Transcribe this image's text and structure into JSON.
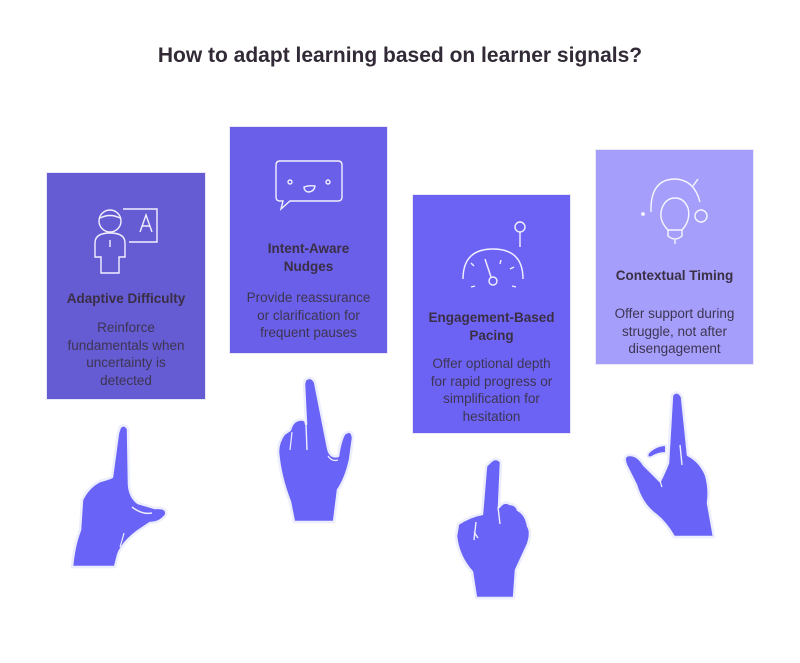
{
  "title": "How to adapt learning based on learner signals?",
  "colors": {
    "card1": "#655bd3",
    "card2": "#6a5fe8",
    "card3": "#6c63f5",
    "card4": "#a59ffb",
    "hand": "#6a63f7",
    "title": "#322a36"
  },
  "cards": [
    {
      "heading": "Adaptive Difficulty",
      "description_lines": [
        "Reinforce",
        "fundamentals when",
        "uncertainty is",
        "detected"
      ],
      "icon": "teacher-board-icon"
    },
    {
      "heading_lines": [
        "Intent-Aware",
        "Nudges"
      ],
      "description_lines": [
        "Provide reassurance",
        "or clarification for",
        "frequent pauses"
      ],
      "icon": "chat-bubble-smile-icon"
    },
    {
      "heading_lines": [
        "Engagement-Based",
        "Pacing"
      ],
      "description_lines": [
        "Offer optional depth",
        "for rapid progress or",
        "simplification for",
        "hesitation"
      ],
      "icon": "speedometer-icon"
    },
    {
      "heading": "Contextual Timing",
      "description_lines": [
        "Offer support during",
        "struggle, not after",
        "disengagement"
      ],
      "icon": "lightbulb-icon"
    }
  ]
}
